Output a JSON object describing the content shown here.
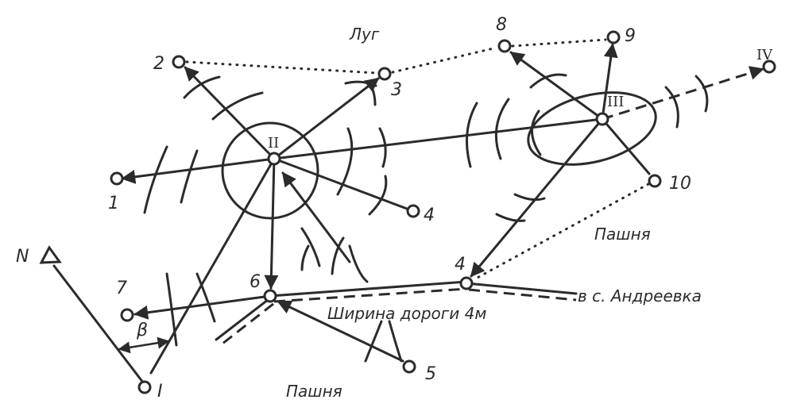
{
  "labels": {
    "meadow": "Луг",
    "field_right": "Пашня",
    "field_bottom": "Пашня",
    "road_width": "Ширина дороги 4м",
    "village": "в с. Андреевка",
    "north": "N",
    "beta": "β"
  },
  "stations": {
    "s1": "I",
    "s2": "II",
    "s3": "III",
    "s4": "IV"
  },
  "points": {
    "p1": "1",
    "p2": "2",
    "p3": "3",
    "p4a": "4",
    "p4b": "4",
    "p5": "5",
    "p6": "6",
    "p7": "7",
    "p8": "8",
    "p9": "9",
    "p10": "10"
  }
}
